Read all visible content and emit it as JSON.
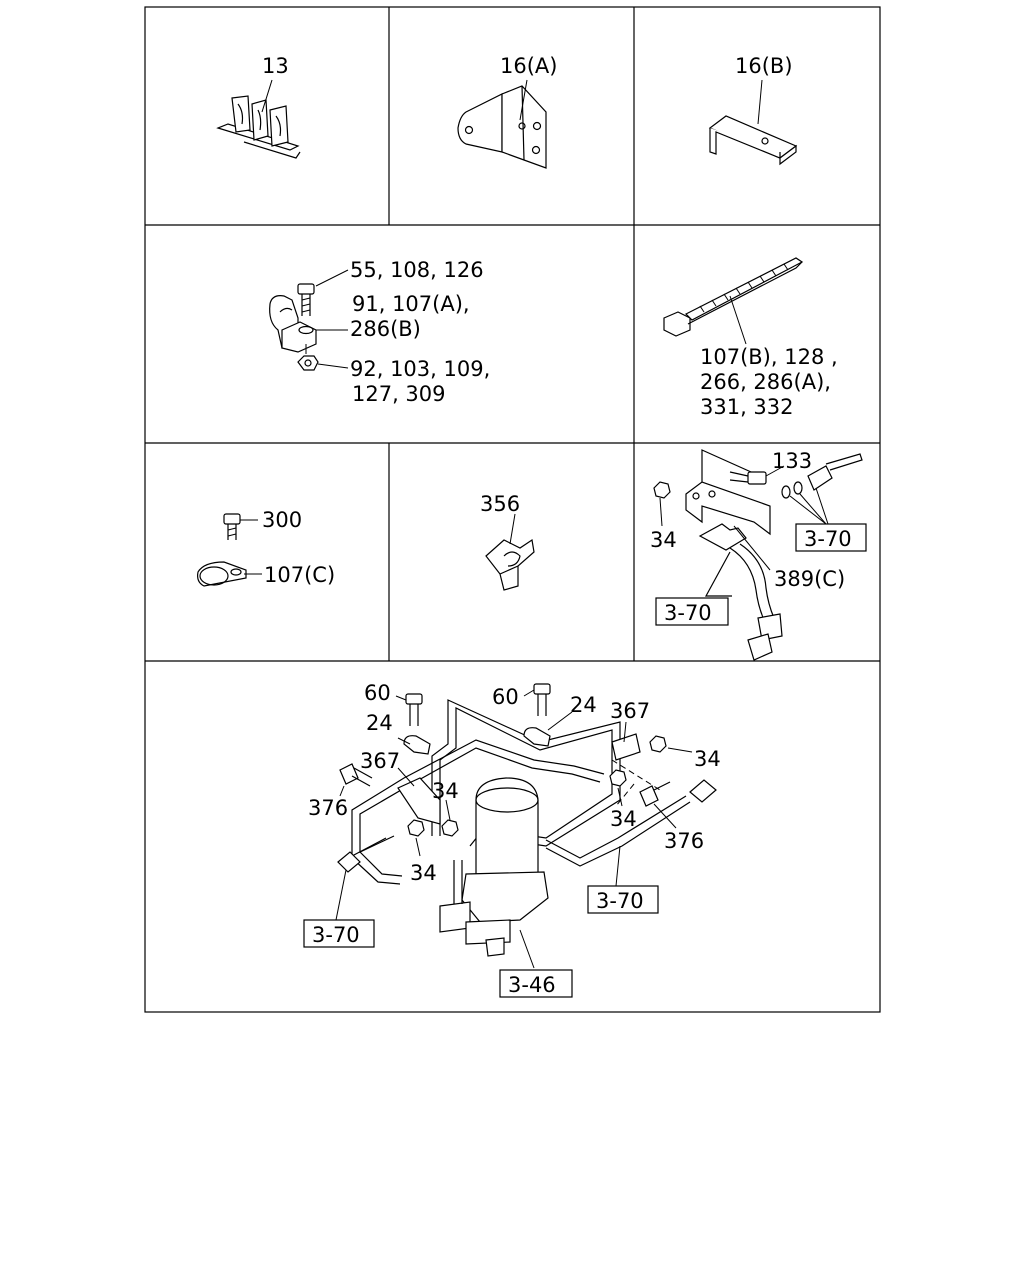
{
  "cells": [
    {
      "id": "c1",
      "labels": [
        "13"
      ]
    },
    {
      "id": "c2",
      "labels": [
        "16(A)"
      ]
    },
    {
      "id": "c3",
      "labels": [
        "16(B)"
      ]
    },
    {
      "id": "c4",
      "labels": [
        "55, 108, 126",
        "91, 107(A),",
        "286(B)",
        "92, 103, 109,",
        "127, 309"
      ]
    },
    {
      "id": "c5",
      "labels": [
        "107(B), 128 ,",
        "266, 286(A),",
        "331, 332"
      ]
    },
    {
      "id": "c6",
      "labels": [
        "300",
        "107(C)"
      ]
    },
    {
      "id": "c7",
      "labels": [
        "356"
      ]
    },
    {
      "id": "c8",
      "labels": [
        "133",
        "34",
        "389(C)"
      ],
      "refs": [
        "3-70",
        "3-70"
      ]
    },
    {
      "id": "c9",
      "labels": [
        "60",
        "60",
        "24",
        "24",
        "367",
        "367",
        "34",
        "34",
        "34",
        "34",
        "376",
        "376"
      ],
      "refs": [
        "3-70",
        "3-70",
        "3-46"
      ]
    }
  ]
}
